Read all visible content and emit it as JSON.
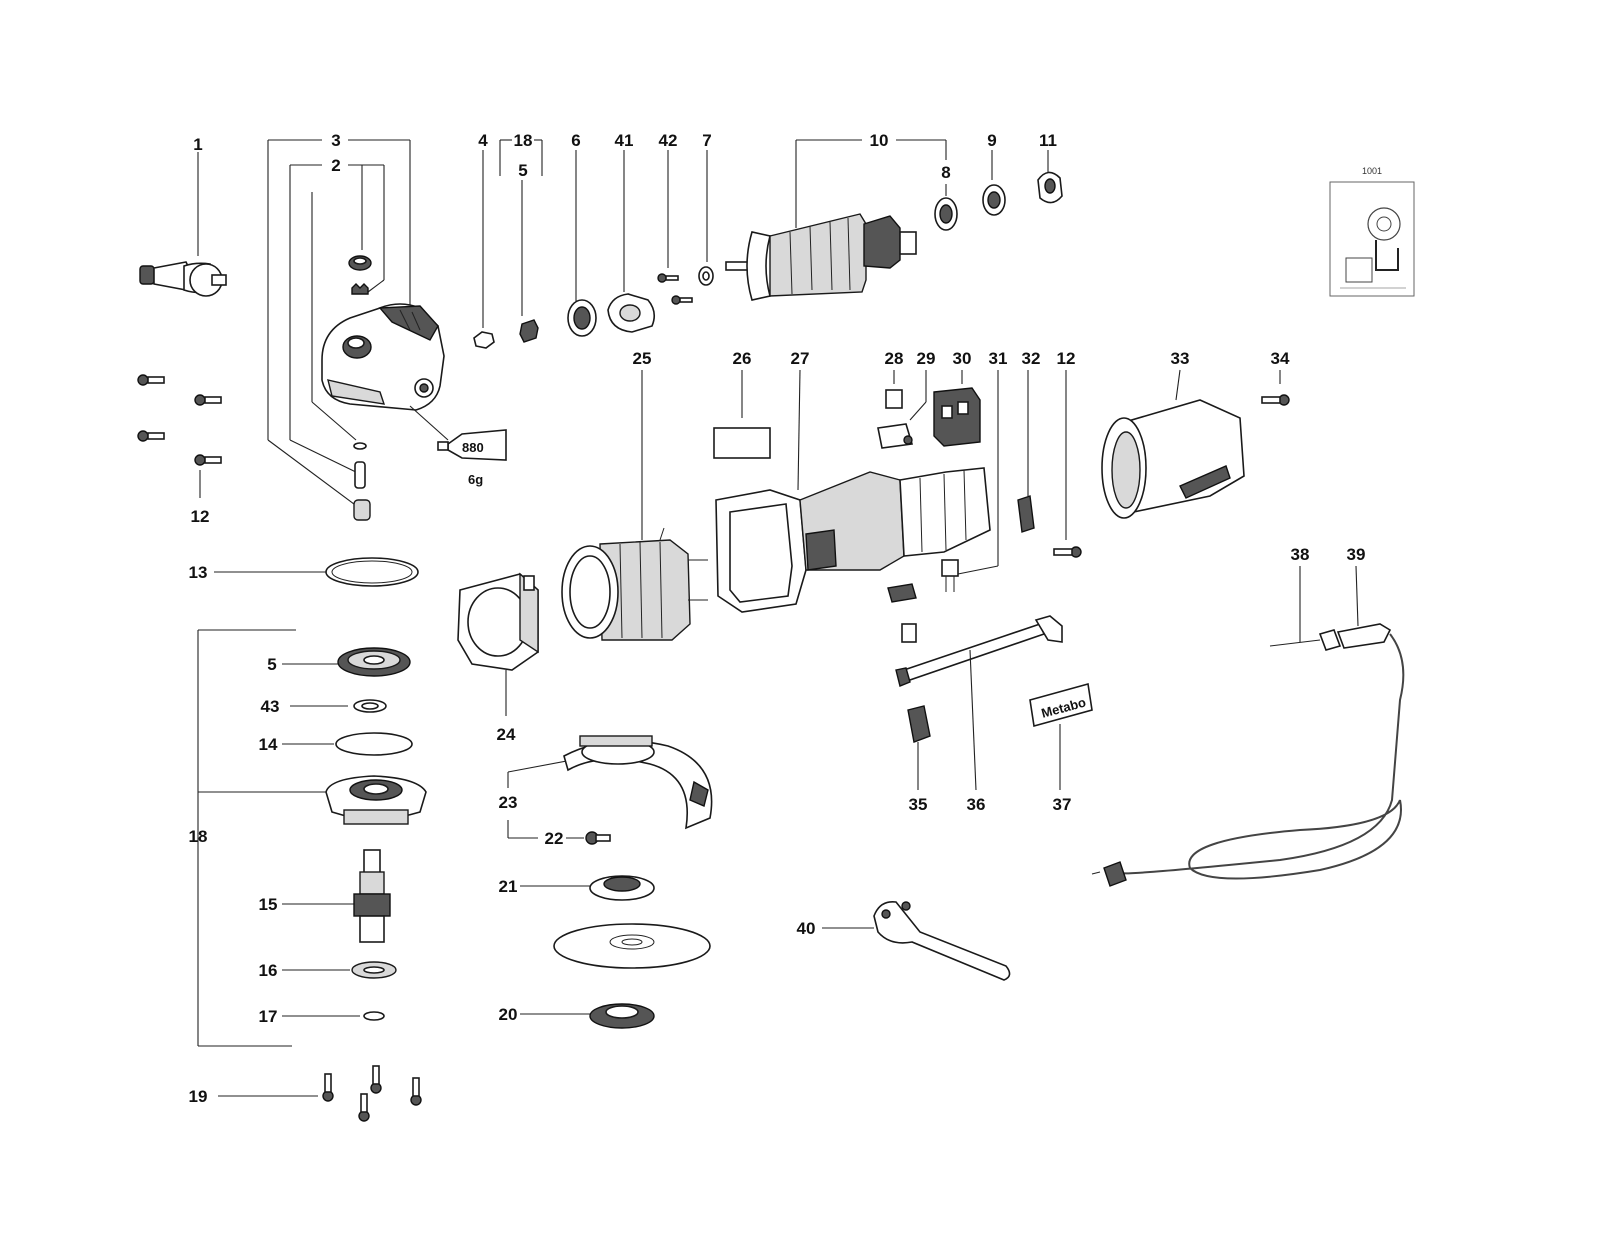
{
  "labels": {
    "l1": "1",
    "l2": "2",
    "l3": "3",
    "l4": "4",
    "l5a": "5",
    "l5b": "5",
    "l6": "6",
    "l7": "7",
    "l8": "8",
    "l9": "9",
    "l10": "10",
    "l11": "11",
    "l12a": "12",
    "l12b": "12",
    "l13": "13",
    "l14": "14",
    "l15": "15",
    "l16": "16",
    "l17": "17",
    "l18a": "18",
    "l18b": "18",
    "l19": "19",
    "l20": "20",
    "l21": "21",
    "l22": "22",
    "l23": "23",
    "l24": "24",
    "l25": "25",
    "l26": "26",
    "l27": "27",
    "l28": "28",
    "l29": "29",
    "l30": "30",
    "l31": "31",
    "l32": "32",
    "l33": "33",
    "l34": "34",
    "l35": "35",
    "l36": "36",
    "l37": "37",
    "l38": "38",
    "l39": "39",
    "l40": "40",
    "l41": "41",
    "l42": "42",
    "l43": "43"
  },
  "grease_tube": {
    "code": "880",
    "amount": "6g"
  },
  "brand_label": "Metabo",
  "circuit_diagram_ref": "1001"
}
